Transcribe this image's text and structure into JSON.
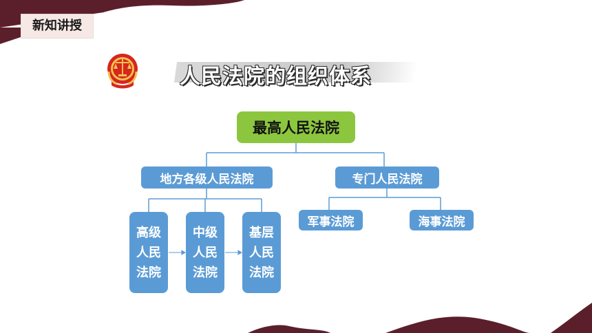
{
  "section_tag": "新知讲授",
  "title": "人民法院的组织体系",
  "colors": {
    "accent": "#5b1f2b",
    "node_top": "#8cc63f",
    "node_blue": "#5b9bd5",
    "line": "#5b9bd5"
  },
  "icons": {
    "emblem": "court-emblem-icon"
  },
  "diagram": {
    "root": "最高人民法院",
    "branches": [
      {
        "label": "地方各级人民法院",
        "children": [
          {
            "lines": [
              "高级",
              "人民",
              "法院"
            ]
          },
          {
            "lines": [
              "中级",
              "人民",
              "法院"
            ]
          },
          {
            "lines": [
              "基层",
              "人民",
              "法院"
            ]
          }
        ]
      },
      {
        "label": "专门人民法院",
        "children": [
          {
            "label": "军事法院"
          },
          {
            "label": "海事法院"
          }
        ]
      }
    ]
  }
}
